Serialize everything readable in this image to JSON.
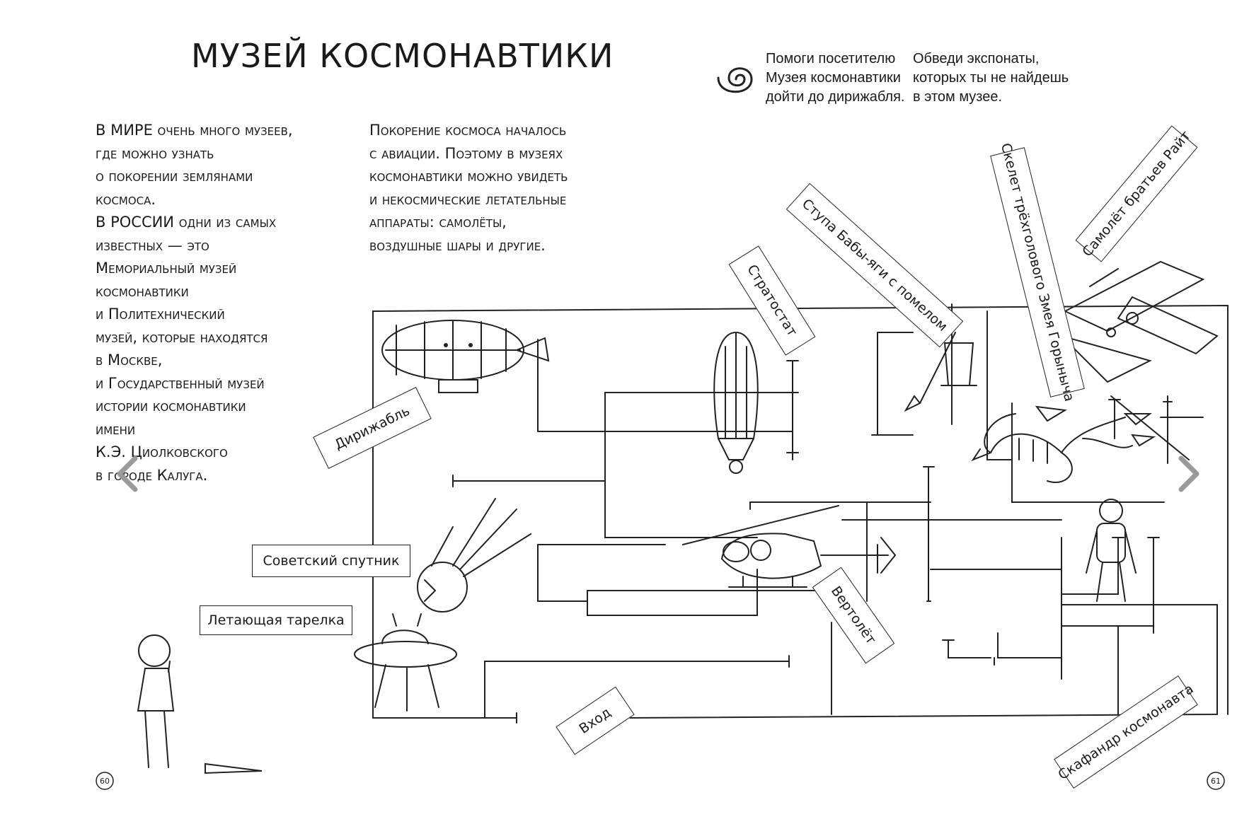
{
  "title": "МУЗЕЙ КОСМОНАВТИКИ",
  "intro_left": "В МИРЕ очень много музеев,\nгде можно узнать\nо покорении землянами\nкосмоса.\nВ РОССИИ одни из самых\nизвестных — это\nМемориальный музей\nкосмонавтики\nи Политехнический\nмузей, которые находятся\nв Москве,\nи Государственный музей\nистории космонавтики\nимени\nК.Э. Циолковского\nв городе Калуга.",
  "intro_right": "Покорение космоса началось\nс авиации. Поэтому в музеях\nкосмонавтики можно увидеть\nи некосмические летательные\nаппараты: самолёты,\nвоздушные шары и другие.",
  "task_maze": "Помоги посетителю\nМузея космонавтики\nдойти до дирижабля.",
  "task_circle": "Обведи экспонаты,\nкоторых ты не найдешь\nв этом музее.",
  "labels": {
    "airship": "Дирижабль",
    "stratostat": "Стратостат",
    "baba_yaga": "Ступа Бабы-яги с помелом",
    "zmey": "Скелет трёхголового Змея Горыныча",
    "wright": "Самолёт братьев Райт",
    "sputnik": "Советский спутник",
    "ufo": "Летающая тарелка",
    "helicopter": "Вертолёт",
    "entrance": "Вход",
    "spacesuit": "Скафандр космонавта"
  },
  "page_numbers": {
    "left": "60",
    "right": "61"
  },
  "icons": {
    "spiral": "spiral-icon",
    "prev": "chevron-left-icon",
    "next": "chevron-right-icon"
  }
}
